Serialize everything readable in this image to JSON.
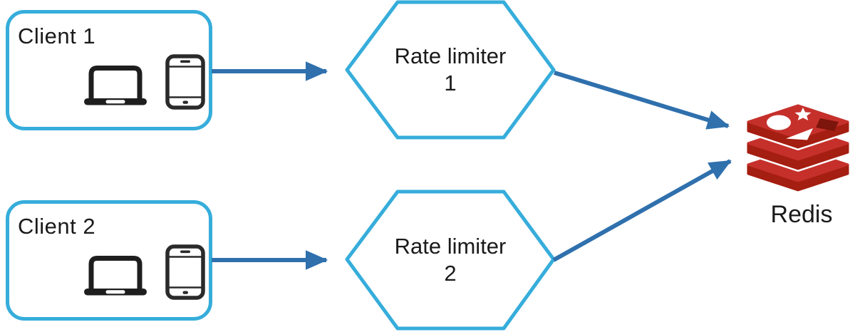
{
  "colors": {
    "node_border_cyan": "#36ADDB",
    "arrow_blue": "#2F70AD",
    "redis_bright_red": "#C6302B",
    "redis_dark_red": "#A41E11",
    "redis_hole_dark": "#7C150C",
    "icon_black": "#1E1E1E",
    "text": "#1A1A1A",
    "background": "#FFFFFF"
  },
  "clients": [
    {
      "label": "Client 1",
      "icons": [
        "laptop-icon",
        "smartphone-icon"
      ]
    },
    {
      "label": "Client 2",
      "icons": [
        "laptop-icon",
        "smartphone-icon"
      ]
    }
  ],
  "rate_limiters": [
    {
      "line1": "Rate limiter",
      "line2": "1"
    },
    {
      "line1": "Rate limiter",
      "line2": "2"
    }
  ],
  "datastore": {
    "label": "Redis",
    "icon": "redis-logo-icon"
  },
  "edges": [
    {
      "from": "client-1",
      "to": "rate-limiter-1"
    },
    {
      "from": "client-2",
      "to": "rate-limiter-2"
    },
    {
      "from": "rate-limiter-1",
      "to": "redis"
    },
    {
      "from": "rate-limiter-2",
      "to": "redis"
    }
  ]
}
